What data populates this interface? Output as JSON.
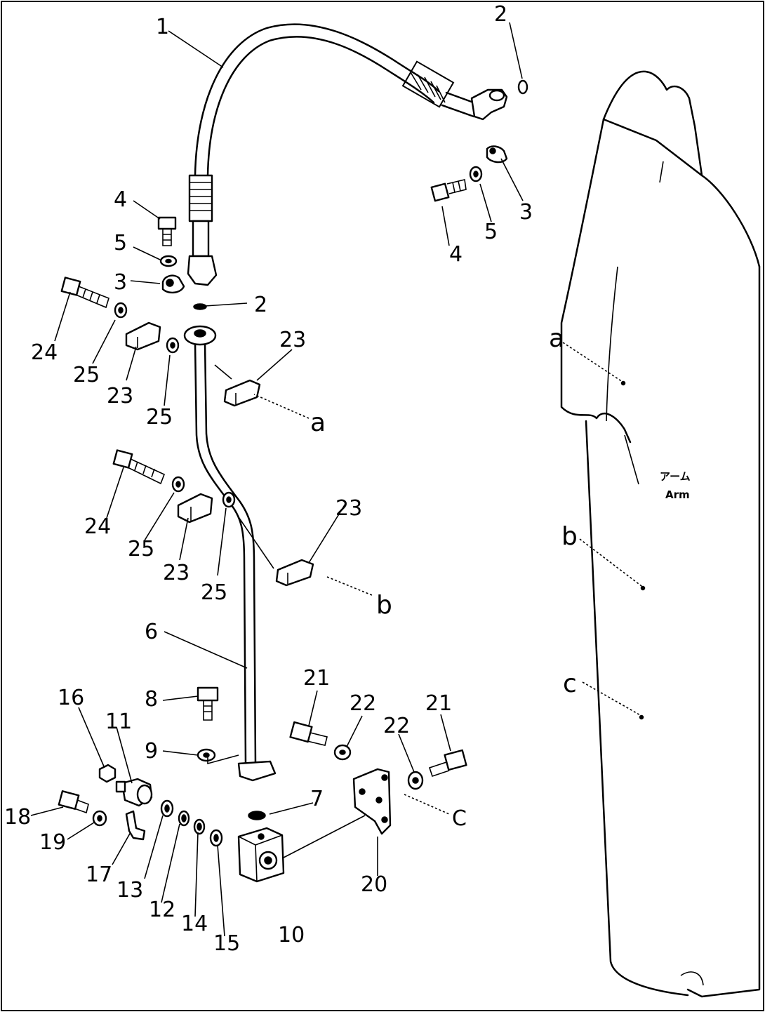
{
  "labels": {
    "p1": "1",
    "p2a": "2",
    "p2b": "2",
    "p3a": "3",
    "p3b": "3",
    "p4a": "4",
    "p4b": "4",
    "p5a": "5",
    "p5b": "5",
    "p6": "6",
    "p7": "7",
    "p8": "8",
    "p9": "9",
    "p10": "10",
    "p11": "11",
    "p12": "12",
    "p13": "13",
    "p14": "14",
    "p15": "15",
    "p16": "16",
    "p17": "17",
    "p18": "18",
    "p19": "19",
    "p20": "20",
    "p21a": "21",
    "p21b": "21",
    "p22a": "22",
    "p22b": "22",
    "p23a": "23",
    "p23b": "23",
    "p23c": "23",
    "p23d": "23",
    "p24a": "24",
    "p24b": "24",
    "p25a": "25",
    "p25b": "25",
    "p25c": "25",
    "p25d": "25"
  },
  "refs": {
    "a_left": "a",
    "b_left": "b",
    "c_left": "C",
    "a_arm": "a",
    "b_arm": "b",
    "c_arm": "c"
  },
  "arm": {
    "label_jp": "アーム",
    "label_en": "Arm"
  }
}
